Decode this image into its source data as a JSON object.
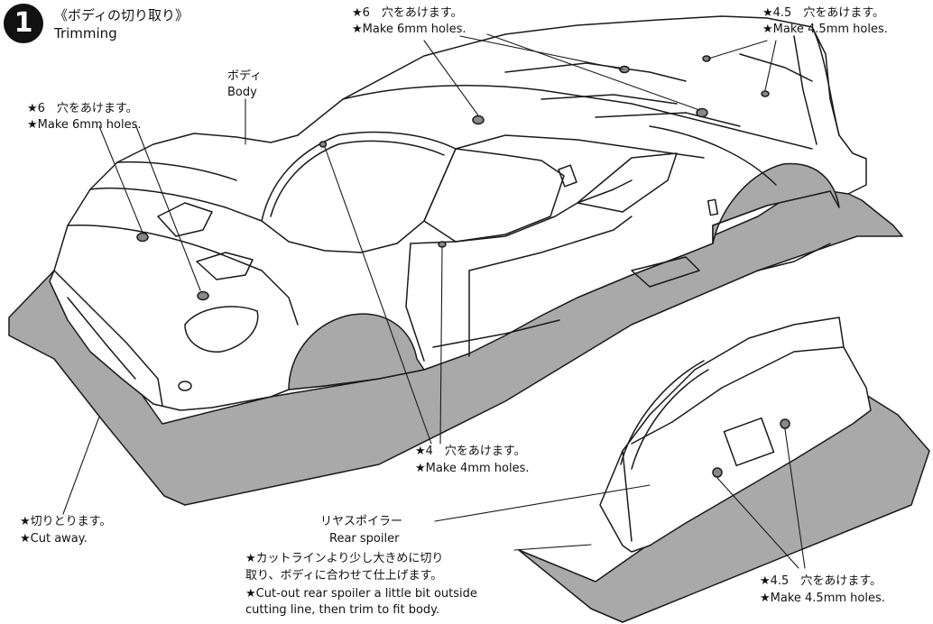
{
  "step": {
    "number": "1",
    "title_jp": "《ボディの切り取り》",
    "title_en": "Trimming"
  },
  "labels": {
    "body_jp": "ボディ",
    "body_en": "Body",
    "left_holes_jp": "★6　穴をあけます。",
    "left_holes_en": "★Make 6mm holes.",
    "top_holes_jp": "★6　穴をあけます。",
    "top_holes_en": "★Make 6mm holes.",
    "right_top_holes_jp": "★4.5　穴をあけます。",
    "right_top_holes_en": "★Make 4.5mm holes.",
    "mid_holes_jp": "★4　穴をあけます。",
    "mid_holes_en": "★Make 4mm holes.",
    "cut_away_jp": "★切りとります。",
    "cut_away_en": "★Cut away.",
    "rear_spoiler_jp": "リヤスポイラー",
    "rear_spoiler_en": "Rear spoiler",
    "spoiler_note_jp_1": "★カットラインより少し大きめに切り",
    "spoiler_note_jp_2": "取り、ボディに合わせて仕上げます。",
    "spoiler_note_en_1": "★Cut-out rear spoiler a little bit outside",
    "spoiler_note_en_2": "cutting line, then trim to fit body.",
    "spoiler_holes_jp": "★4.5　穴をあけます。",
    "spoiler_holes_en": "★Make 4.5mm holes."
  },
  "colors": {
    "cut_area": "#a9a9a9",
    "line": "#1a1a1a",
    "step_circle": "#111111"
  }
}
